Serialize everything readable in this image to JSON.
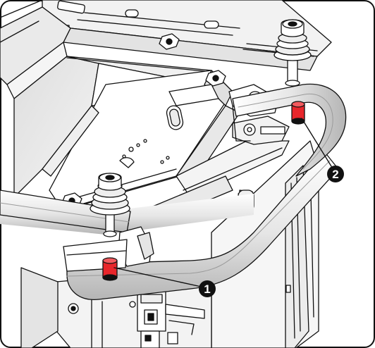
{
  "figure": {
    "callouts": [
      {
        "id": "callout-1",
        "label": "1"
      },
      {
        "id": "callout-2",
        "label": "2"
      }
    ],
    "colors": {
      "line": "#111111",
      "face": "#ffffff",
      "shade": "#d9d9d9",
      "shade_dark": "#9a9a9a",
      "highlight": "#e8262b",
      "callout_fill": "#111111",
      "callout_text": "#ffffff"
    }
  }
}
